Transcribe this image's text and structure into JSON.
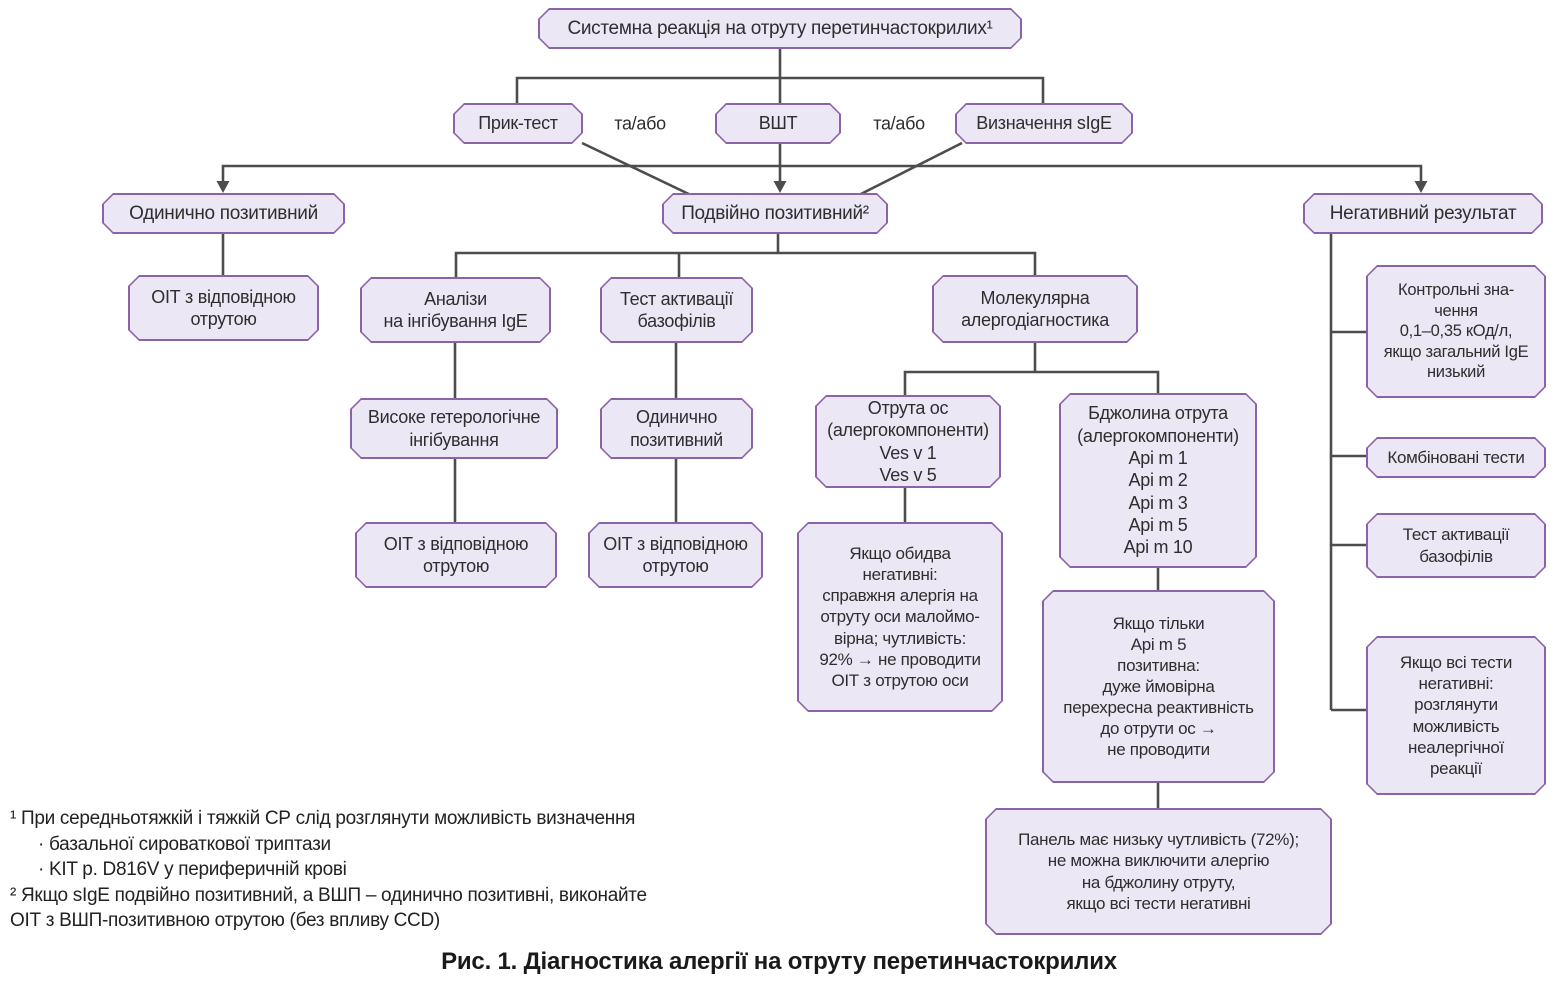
{
  "colors": {
    "box_fill": "#ece7f4",
    "box_border": "#8a63a8",
    "line": "#4d4d4d",
    "text": "#2e2e2e",
    "footnote_text": "#222222",
    "caption_text": "#1a1a1a"
  },
  "flowchart": {
    "root": "Системна реакція на отруту перетинчастокрилих¹",
    "test_row": {
      "prick": "Прик-тест",
      "and_or_left": "та/або",
      "intradermal": "ВШТ",
      "and_or_right": "та/або",
      "sige": "Визначення sIgE"
    },
    "nodes": {
      "single_positive": "Одинично позитивний",
      "double_positive": "Подвійно позитивний²",
      "negative_result": "Негативний результат",
      "vit_after_single": "ОІТ з відповідною\nотрутою",
      "ige_inhibition": "Аналізи\nна інгібування IgE",
      "basophil_activation": "Тест активації\nбазофілів",
      "molecular_diagnostics": "Молекулярна\nалергодіагностика",
      "high_heterologous": "Високе гетерологічне\nінгібування",
      "vit_after_inhibition": "ОІТ з відповідною\nотрутою",
      "bat_single_positive": "Одинично\nпозитивний",
      "vit_after_bat": "ОІТ з відповідною\nотрутою",
      "wasp_venom": "Отрута ос\n(алергокомпоненти)\nVes v 1\nVes v 5",
      "bee_venom": "Бджолина отрута\n(алергокомпоненти)\nApi m 1\nApi m 2\nApi m 3\nApi m 5\nApi m 10",
      "wasp_both_negative": "Якщо обидва\nнегативні:\nсправжня алергія на\nотруту оси малоймо-\nвірна; чутливість:\n92% → не проводити\nОІТ з отрутою оси",
      "api_m5_only": "Якщо тільки\nApi m 5\nпозитивна:\nдуже ймовірна\nперехресна реактивність\nдо отрути ос →\nне проводити",
      "panel_sensitivity": "Панель має низьку чутливість (72%);\nне можна виключити алергію\nна бджолину отруту,\nякщо всі тести негативні",
      "control_values": "Контрольні зна-\nчення\n0,1–0,35 кОд/л,\nякщо загальний IgE\nнизький",
      "combined_tests": "Комбіновані тести",
      "basophil_activation_right": "Тест активації\nбазофілів",
      "all_tests_negative": "Якщо всі тести\nнегативні:\nрозглянути\nможливість\nнеалергічної\nреакції"
    },
    "footnotes": {
      "f1": "¹ При середньотяжкій і тяжкій СР слід розглянути можливість визначення",
      "f1_bullet1": "· базальної сироваткової триптази",
      "f1_bullet2": "· KIT p. D816V у периферичній крові",
      "f2_line1": "² Якщо sIgE подвійно позитивний, а ВШП – одинично позитивні, виконайте",
      "f2_line2": "ОІТ з ВШП-позитивною отрутою (без впливу CCD)"
    },
    "caption": "Рис. 1. Діагностика алергії на отруту перетинчастокрилих"
  }
}
